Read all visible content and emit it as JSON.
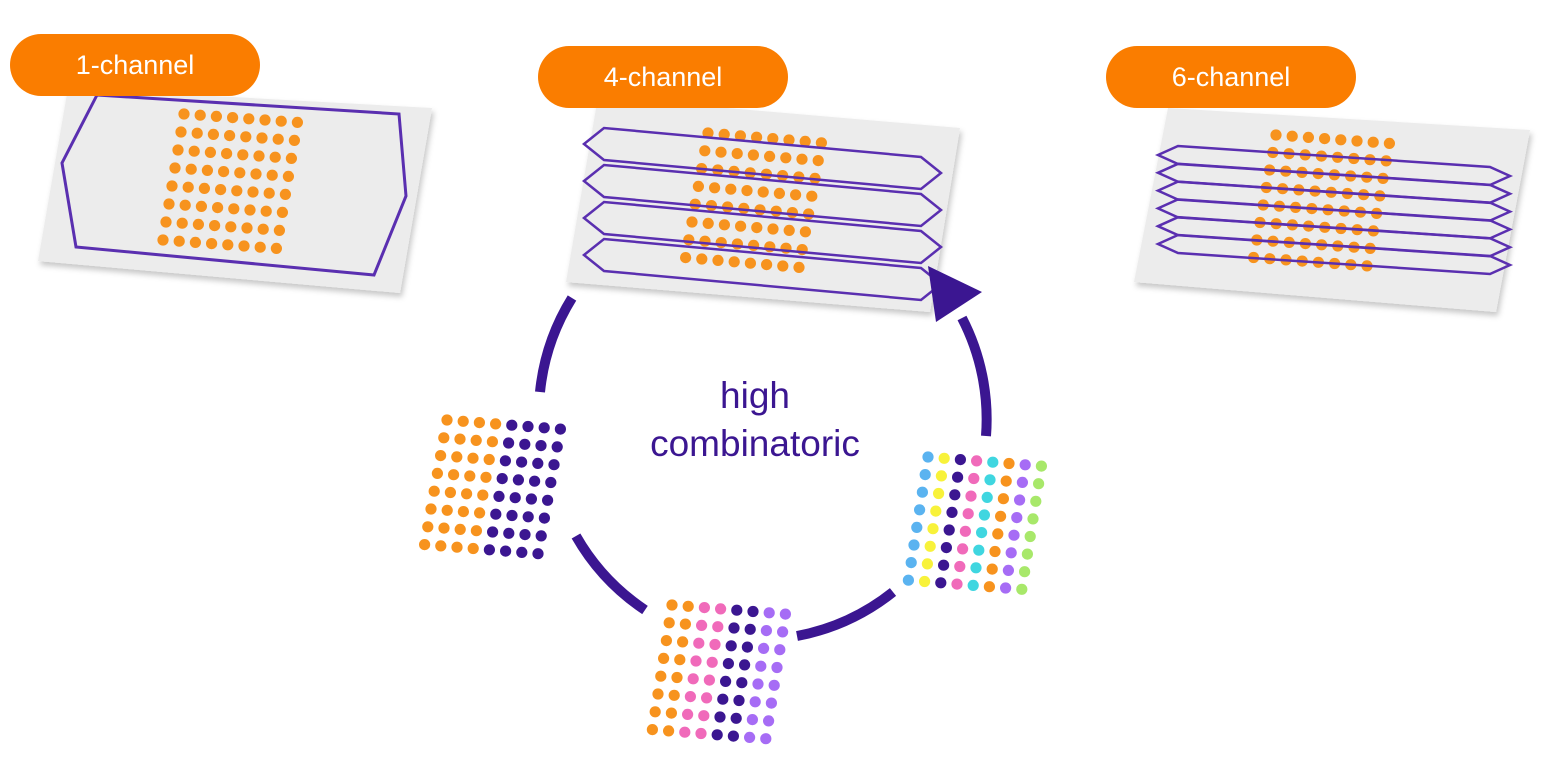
{
  "colors": {
    "orange": "#f7931e",
    "badge_orange": "#fa7d00",
    "purple": "#3b1691",
    "channel_outline": "#5a2fb0",
    "slide_gray": "#ececec",
    "pink": "#f06aba",
    "violet": "#a66cf5",
    "blue": "#5ab3f0",
    "cyan": "#3fd6e0",
    "yellow": "#f8f23a",
    "lime": "#a8e86a"
  },
  "chips": [
    {
      "id": "chip-1-channel",
      "label": "1-channel",
      "channels": 1
    },
    {
      "id": "chip-4-channel",
      "label": "4-channel",
      "channels": 4
    },
    {
      "id": "chip-6-channel",
      "label": "6-channel",
      "channels": 6
    }
  ],
  "cycle": {
    "label_line1": "high",
    "label_line2": "combinatoric",
    "arrow_color": "#3b1691"
  },
  "arrays": [
    {
      "id": "array-two-color",
      "columns": [
        "orange",
        "orange",
        "orange",
        "orange",
        "purple",
        "purple",
        "purple",
        "purple"
      ]
    },
    {
      "id": "array-four-color",
      "columns": [
        "orange",
        "orange",
        "pink",
        "pink",
        "purple",
        "purple",
        "violet",
        "violet"
      ]
    },
    {
      "id": "array-many-color",
      "columns": [
        "blue",
        "yellow",
        "purple",
        "pink",
        "cyan",
        "orange",
        "violet",
        "lime"
      ]
    }
  ]
}
